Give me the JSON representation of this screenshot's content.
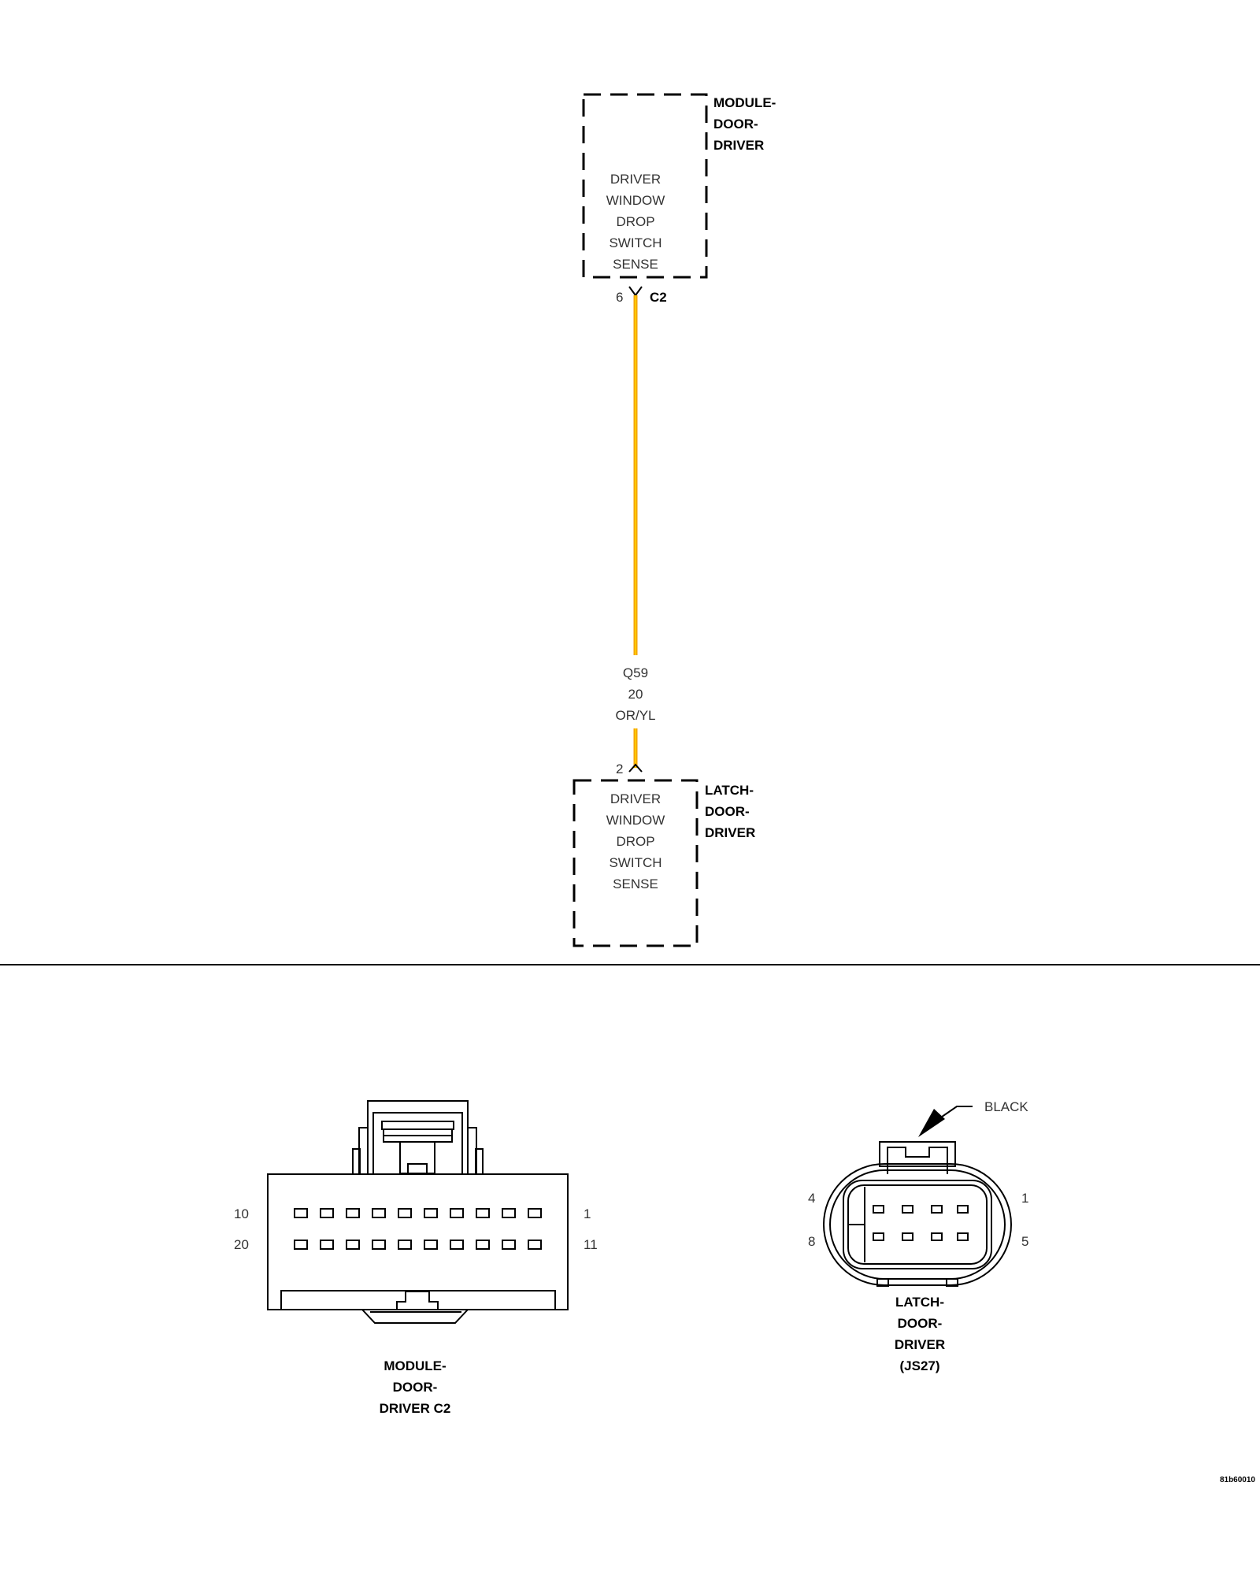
{
  "colors": {
    "wire_primary": "#f5a000",
    "wire_stripe": "#ffd700",
    "ink": "#000000"
  },
  "top_component": {
    "name_lines": [
      "MODULE-",
      "DOOR-",
      "DRIVER"
    ],
    "function_lines": [
      "DRIVER",
      "WINDOW",
      "DROP",
      "SWITCH",
      "SENSE"
    ],
    "pin": "6",
    "connector": "C2"
  },
  "wire": {
    "circuit": "Q59",
    "gauge": "20",
    "color_code": "OR/YL"
  },
  "bottom_component": {
    "name_lines": [
      "LATCH-",
      "DOOR-",
      "DRIVER"
    ],
    "function_lines": [
      "DRIVER",
      "WINDOW",
      "DROP",
      "SWITCH",
      "SENSE"
    ],
    "pin": "2"
  },
  "connector_left": {
    "pin_labels": {
      "top_left": "10",
      "top_right": "1",
      "bottom_left": "20",
      "bottom_right": "11"
    },
    "caption_lines": [
      "MODULE-",
      "DOOR-",
      "DRIVER C2"
    ]
  },
  "connector_right": {
    "color_callout": "BLACK",
    "pin_labels": {
      "top_left": "4",
      "top_right": "1",
      "bottom_left": "8",
      "bottom_right": "5"
    },
    "caption_lines": [
      "LATCH-",
      "DOOR-",
      "DRIVER",
      "(JS27)"
    ]
  },
  "figure_id": "81b60010"
}
